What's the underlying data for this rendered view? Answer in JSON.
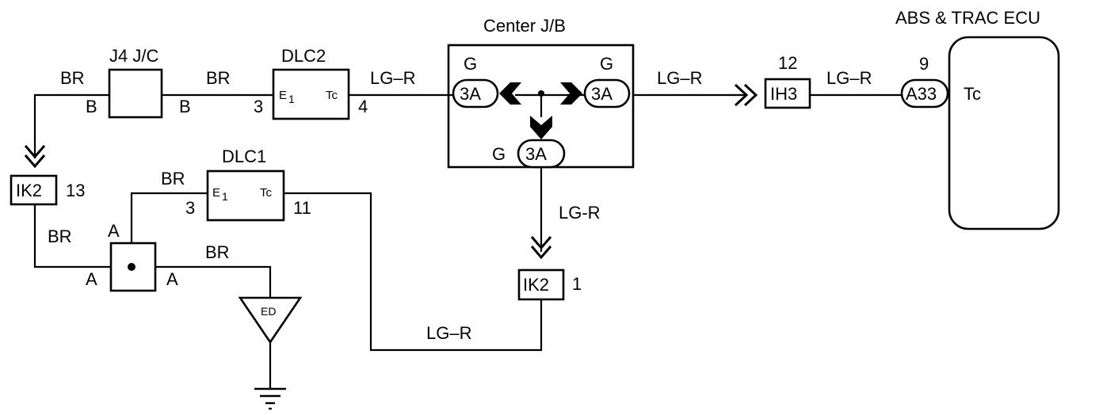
{
  "components": {
    "center_jb": "Center J/B",
    "abs_ecu": "ABS & TRAC ECU",
    "j4": "J4 J/C",
    "dlc2": "DLC2",
    "dlc1": "DLC1"
  },
  "wire_colors": {
    "br": "BR",
    "lg_r": "LG–R",
    "lg_r_alt": "LG-R"
  },
  "pins": {
    "dlc2_e1": "E",
    "dlc2_e1_sub": "1",
    "dlc2_tc": "Tc",
    "dlc2_pin3": "3",
    "dlc2_pin4": "4",
    "dlc1_e1": "E",
    "dlc1_e1_sub": "1",
    "dlc1_tc": "Tc",
    "dlc1_pin3": "3",
    "dlc1_pin11": "11",
    "ecu_tc": "Tc",
    "ecu_pin9": "9",
    "ih3_pin12": "12",
    "ik2_top_pin13": "13",
    "ik2_bottom_pin1": "1"
  },
  "connectors": {
    "ik2": "IK2",
    "ih3": "IH3",
    "a33": "A33",
    "g": "G",
    "three_a": "3A"
  },
  "junction_letters": {
    "a": "A",
    "b": "B"
  },
  "ground": {
    "ed": "ED"
  }
}
